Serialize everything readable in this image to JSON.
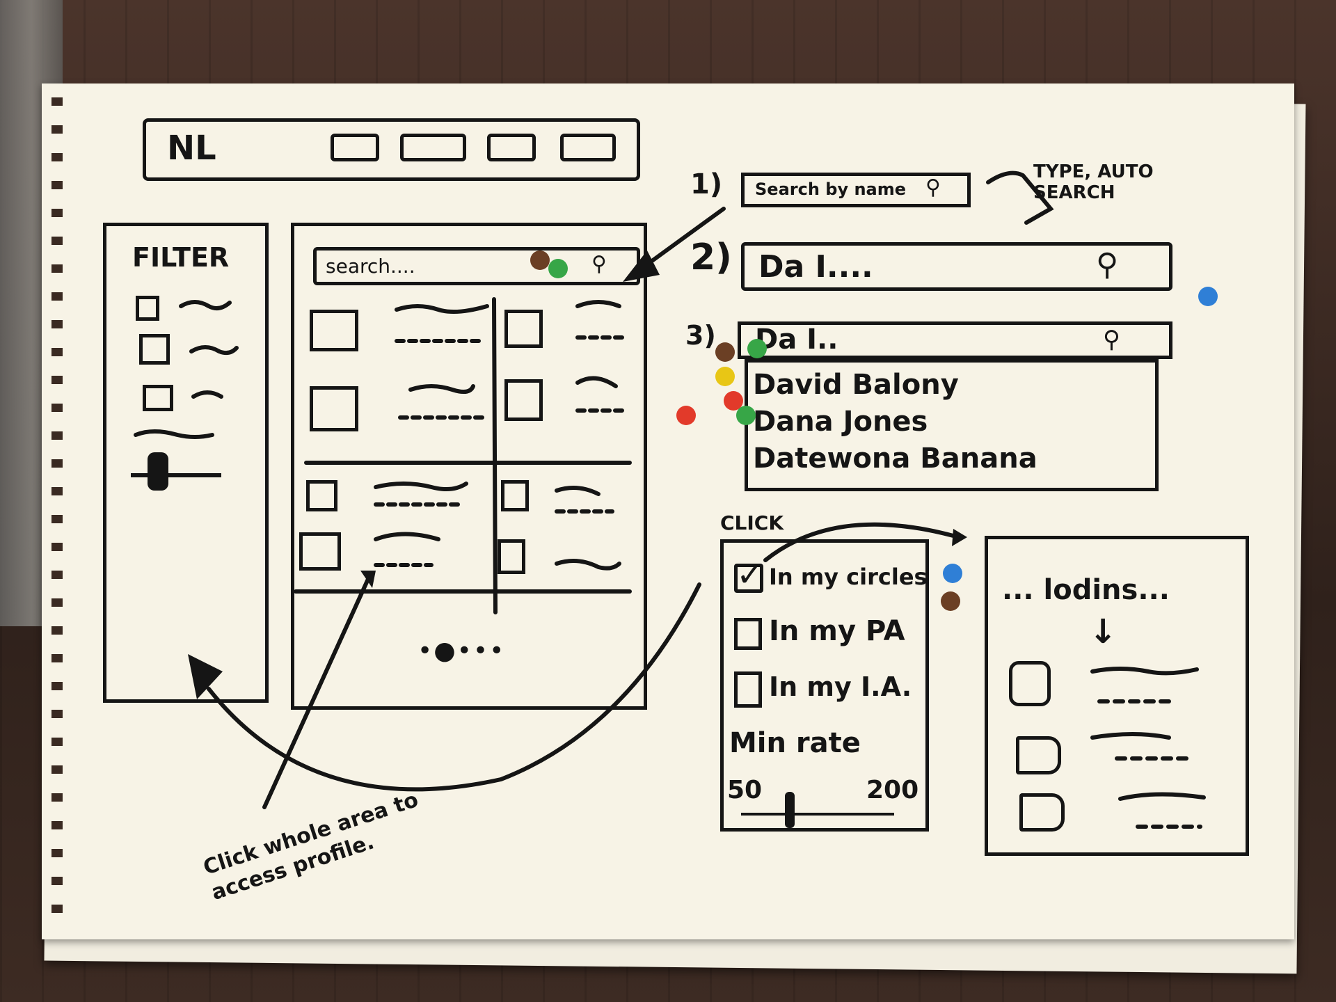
{
  "logo": "NL",
  "filter": {
    "title": "FILTER"
  },
  "main": {
    "search_placeholder": "search....",
    "pagination": "•●•••"
  },
  "steps": {
    "step1": {
      "number": "1)",
      "field": "Search by name",
      "note": "TYPE, AUTO SEARCH"
    },
    "step2": {
      "number": "2)",
      "value": "Da I...."
    },
    "step3": {
      "number": "3)",
      "value": "Da I..",
      "results": [
        "David Balony",
        "Dana Jones",
        "Datewona Banana"
      ]
    }
  },
  "click_label": "CLICK",
  "filter_panel": {
    "options": [
      {
        "label": "In my circles",
        "checked": true
      },
      {
        "label": "In my PA",
        "checked": false
      },
      {
        "label": "In my I.A.",
        "checked": false
      }
    ],
    "min_rate_label": "Min rate",
    "min_value": "50",
    "max_value": "200"
  },
  "loading_panel": {
    "text": "... lodins..."
  },
  "annotation": "Click whole area to access profile.",
  "colors": {
    "ink": "#151515",
    "paper": "#f7f3e6",
    "brown": "#6b3f24",
    "green": "#37a647",
    "blue": "#2f7fd6",
    "yellow": "#e8c615",
    "red": "#e23a2a"
  }
}
